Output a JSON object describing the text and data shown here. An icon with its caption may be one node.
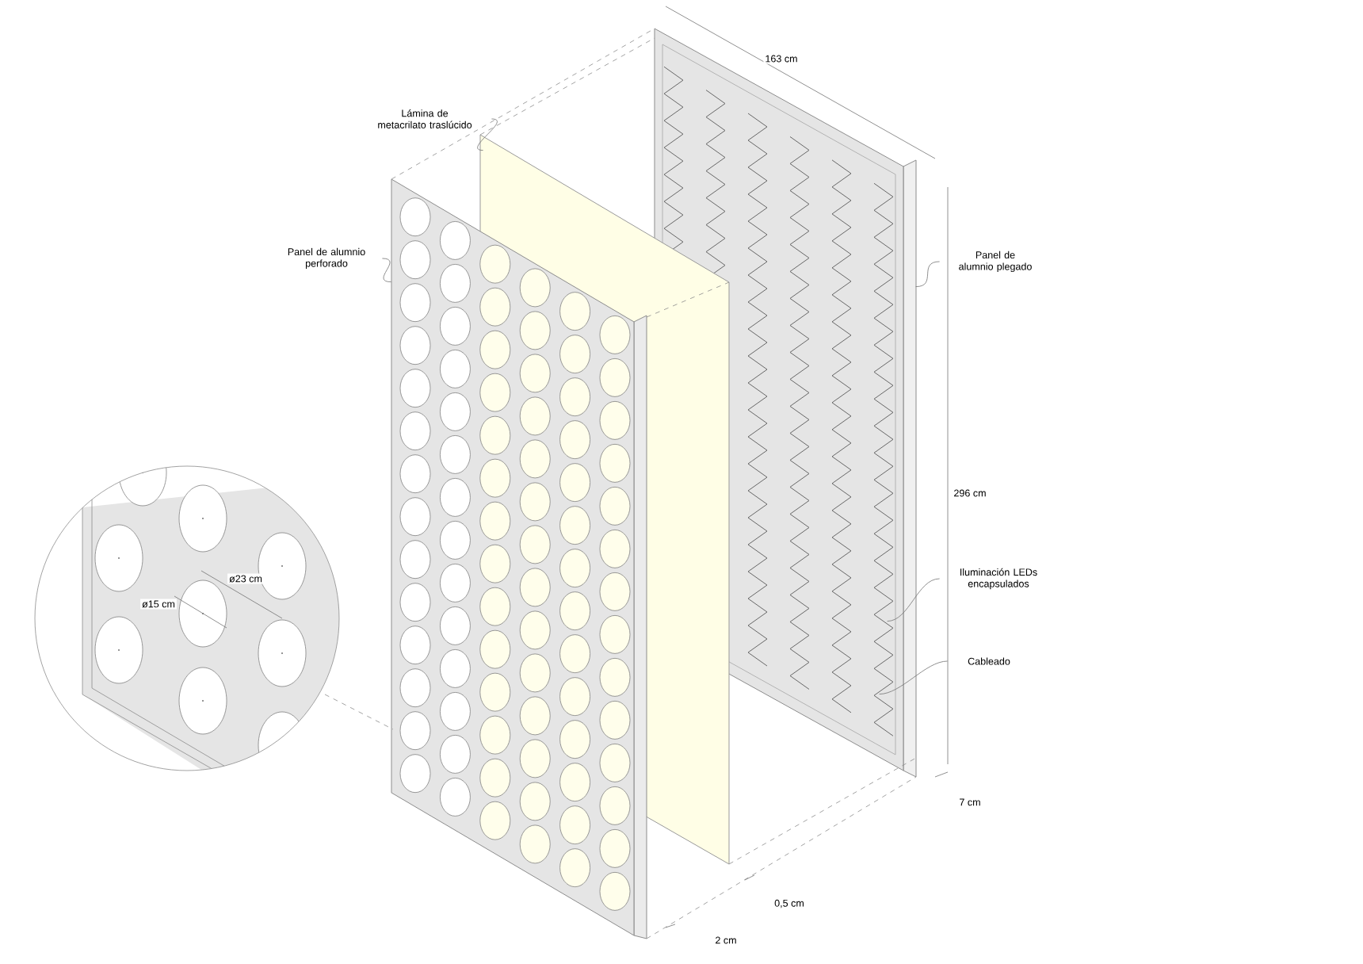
{
  "diagram": {
    "nodes": [
      {
        "text": [
          "Lámina de metacrilato traslúcido"
        ]
      },
      {
        "text": [
          "Panel de alumnio perforado"
        ]
      },
      {
        "text": [
          "Panel de alumnio plegado"
        ]
      },
      {
        "text": [
          "Iluminación LEDs encapsulados"
        ]
      },
      {
        "text": [
          "Cableado"
        ]
      },
      {
        "text": [],
        "shape": "box"
      },
      {
        "text": [],
        "shape": "box"
      },
      {
        "text": [],
        "shape": "box"
      }
    ],
    "edges": [
      {
        "from": 0,
        "to": 6,
        "arrow": "none"
      },
      {
        "from": 1,
        "to": 5,
        "arrow": "none"
      },
      {
        "from": 2,
        "to": 7,
        "arrow": "none"
      },
      {
        "from": 3,
        "to": 7,
        "arrow": "none"
      },
      {
        "from": 4,
        "to": 7,
        "arrow": "none"
      }
    ],
    "labels": [
      "163 cm",
      "296 cm",
      "7 cm",
      "0,5 cm",
      "2 cm",
      "ø23 cm",
      "ø15 cm"
    ]
  }
}
